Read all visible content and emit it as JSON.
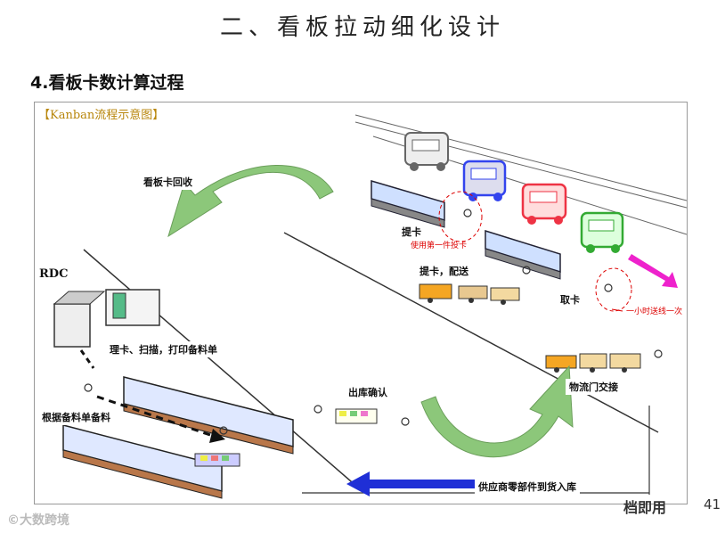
{
  "header": {
    "title": "二、看板拉动细化设计",
    "subtitle": "4.看板卡数计算过程"
  },
  "diagram": {
    "frame_title": "【Kanban流程示意图】",
    "rdc_label": "RDC",
    "labels": {
      "card_return": "看板卡回收",
      "pick_card": "提卡",
      "pick_card_note": "使用第一件投卡",
      "pick_deliver": "提卡，配送",
      "take_card": "取卡",
      "hourly_note": "一小时送线一次",
      "sort_scan_print": "理卡、扫描，打印备料单",
      "prepare_by_list": "根据备料单备料",
      "outbound_confirm": "出库确认",
      "logistics_handover": "物流门交接",
      "supplier_inbound": "供应商零部件到货入库"
    }
  },
  "footer": {
    "watermark_left": "©大数跨境",
    "watermark_right": "档即用",
    "page_number": "41"
  },
  "colors": {
    "green_arrow": "#8cc77a",
    "blue_arrow": "#1f2fd6",
    "magenta_arrow": "#ee22cc",
    "truck_blue": "#3344ee",
    "truck_red": "#ee3344",
    "truck_green": "#33aa33",
    "truck_gray": "#666666"
  }
}
